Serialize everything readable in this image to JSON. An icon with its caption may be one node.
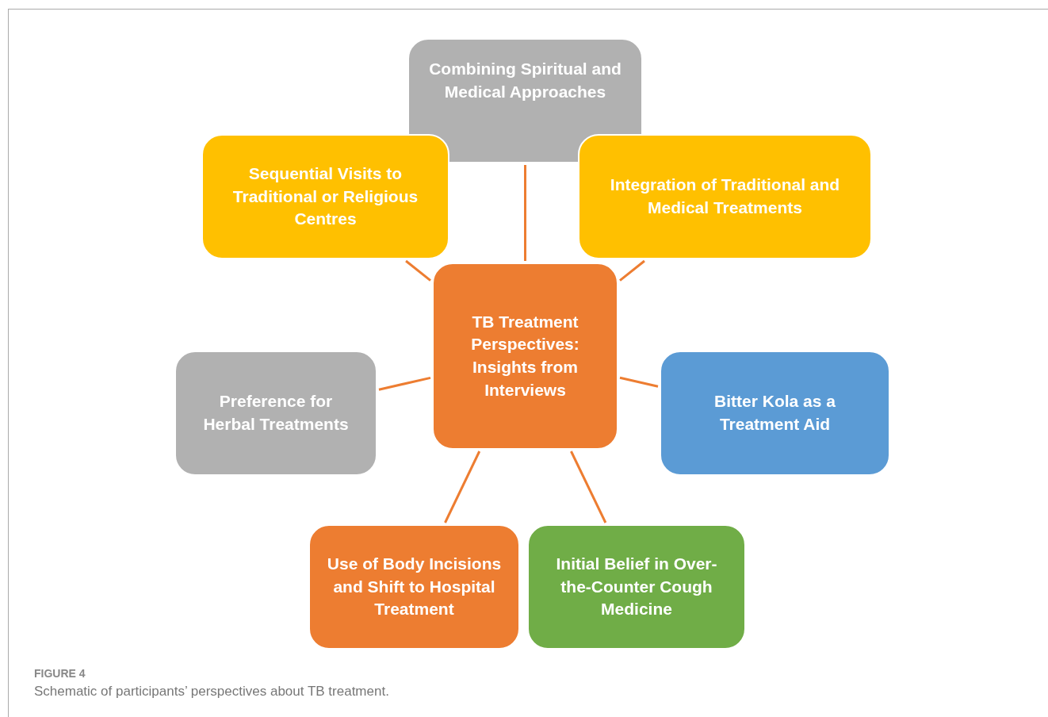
{
  "diagram": {
    "caption": "Schematic of participants’ perspectives about TB treatment.",
    "nodes": [
      {
        "text": [
          "Combining Spiritual and Medical Approaches"
        ]
      },
      {
        "text": [
          "Sequential Visits to Traditional or Religious Centres"
        ]
      },
      {
        "text": [
          "Integration of Traditional and Medical Treatments"
        ]
      },
      {
        "text": [
          "TB Treatment Perspectives: Insights from Interviews"
        ]
      },
      {
        "text": [
          "Preference for Herbal Treatments"
        ]
      },
      {
        "text": [
          "Bitter Kola as a Treatment Aid"
        ]
      },
      {
        "text": [
          "Use of Body Incisions and Shift to Hospital Treatment"
        ]
      },
      {
        "text": [
          "Initial Belief in Over-the-Counter Cough Medicine"
        ]
      }
    ],
    "edges": [
      {
        "from": 3,
        "to": 0,
        "arrow": "none"
      },
      {
        "from": 3,
        "to": 1,
        "arrow": "none"
      },
      {
        "from": 3,
        "to": 2,
        "arrow": "none"
      },
      {
        "from": 3,
        "to": 4,
        "arrow": "none"
      },
      {
        "from": 3,
        "to": 5,
        "arrow": "none"
      },
      {
        "from": 3,
        "to": 6,
        "arrow": "none"
      },
      {
        "from": 3,
        "to": 7,
        "arrow": "none"
      }
    ],
    "labels": [
      "FIGURE 4"
    ]
  }
}
